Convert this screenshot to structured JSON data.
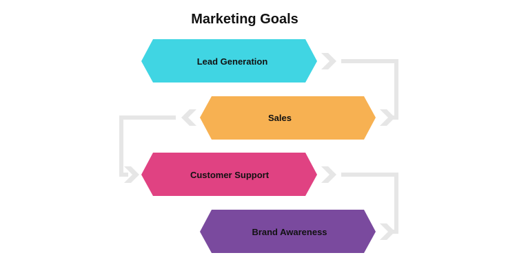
{
  "title": "Marketing Goals",
  "goals": [
    {
      "label": "Lead Generation",
      "color": "#40d5e3"
    },
    {
      "label": "Sales",
      "color": "#f7b152"
    },
    {
      "label": "Customer Support",
      "color": "#e04282"
    },
    {
      "label": "Brand Awareness",
      "color": "#7a4a9e"
    }
  ],
  "connector_color": "#e6e6e6"
}
